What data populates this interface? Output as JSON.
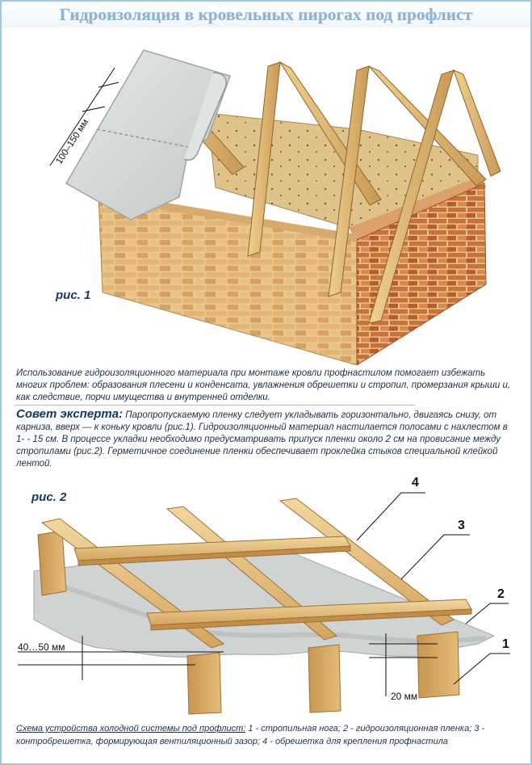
{
  "header": {
    "title": "Гидроизоляция в кровельных пирогах под профлист"
  },
  "figure1": {
    "label": "рис. 1",
    "overlap_dimension": "100–150 мм"
  },
  "intro_text": "Использование гидроизоляционного материала при монтаже кровли профнастилом помогает избежать многих проблем: образования плесени и конденсата, увлажнения обрешетки и стропил, промерзания крыши и, как следствие, порчи имущества и внутренней отделки.",
  "expert": {
    "title": "Совет эксперта:",
    "text": " Паропропускаемую пленку следует укладывать горизонтально, двигаясь снизу, от карниза, вверх — к коньку кровли (рис.1). Гидроизоляционный материал настилается полосами с нахлестом в 1- - 15 см. В процессе укладки необходимо предусматривать припуск пленки около 2 см на провисание между стропилами (рис.2). Герметичное соединение пленки обеспечивает проклейка стыков специальной клейкой лентой."
  },
  "figure2": {
    "label": "рис. 2",
    "callouts": [
      "1",
      "2",
      "3",
      "4"
    ],
    "dimension_left": "40…50 мм",
    "dimension_bottom": "20 мм"
  },
  "caption": {
    "head": "Схема устройства холодной системы под профлист:",
    "body": " 1 - стропильная нога; 2 - гидроизоляционная пленка; 3 - контробрешетка, формирующая вентиляционный зазор; 4 - обрешетка для крепления профнастила"
  },
  "colors": {
    "brick": "#c9783b",
    "wood": "#e2bc7c",
    "membrane": "#cfd3d2",
    "accent_text": "#1a3763",
    "title": "#8fb3cf"
  }
}
